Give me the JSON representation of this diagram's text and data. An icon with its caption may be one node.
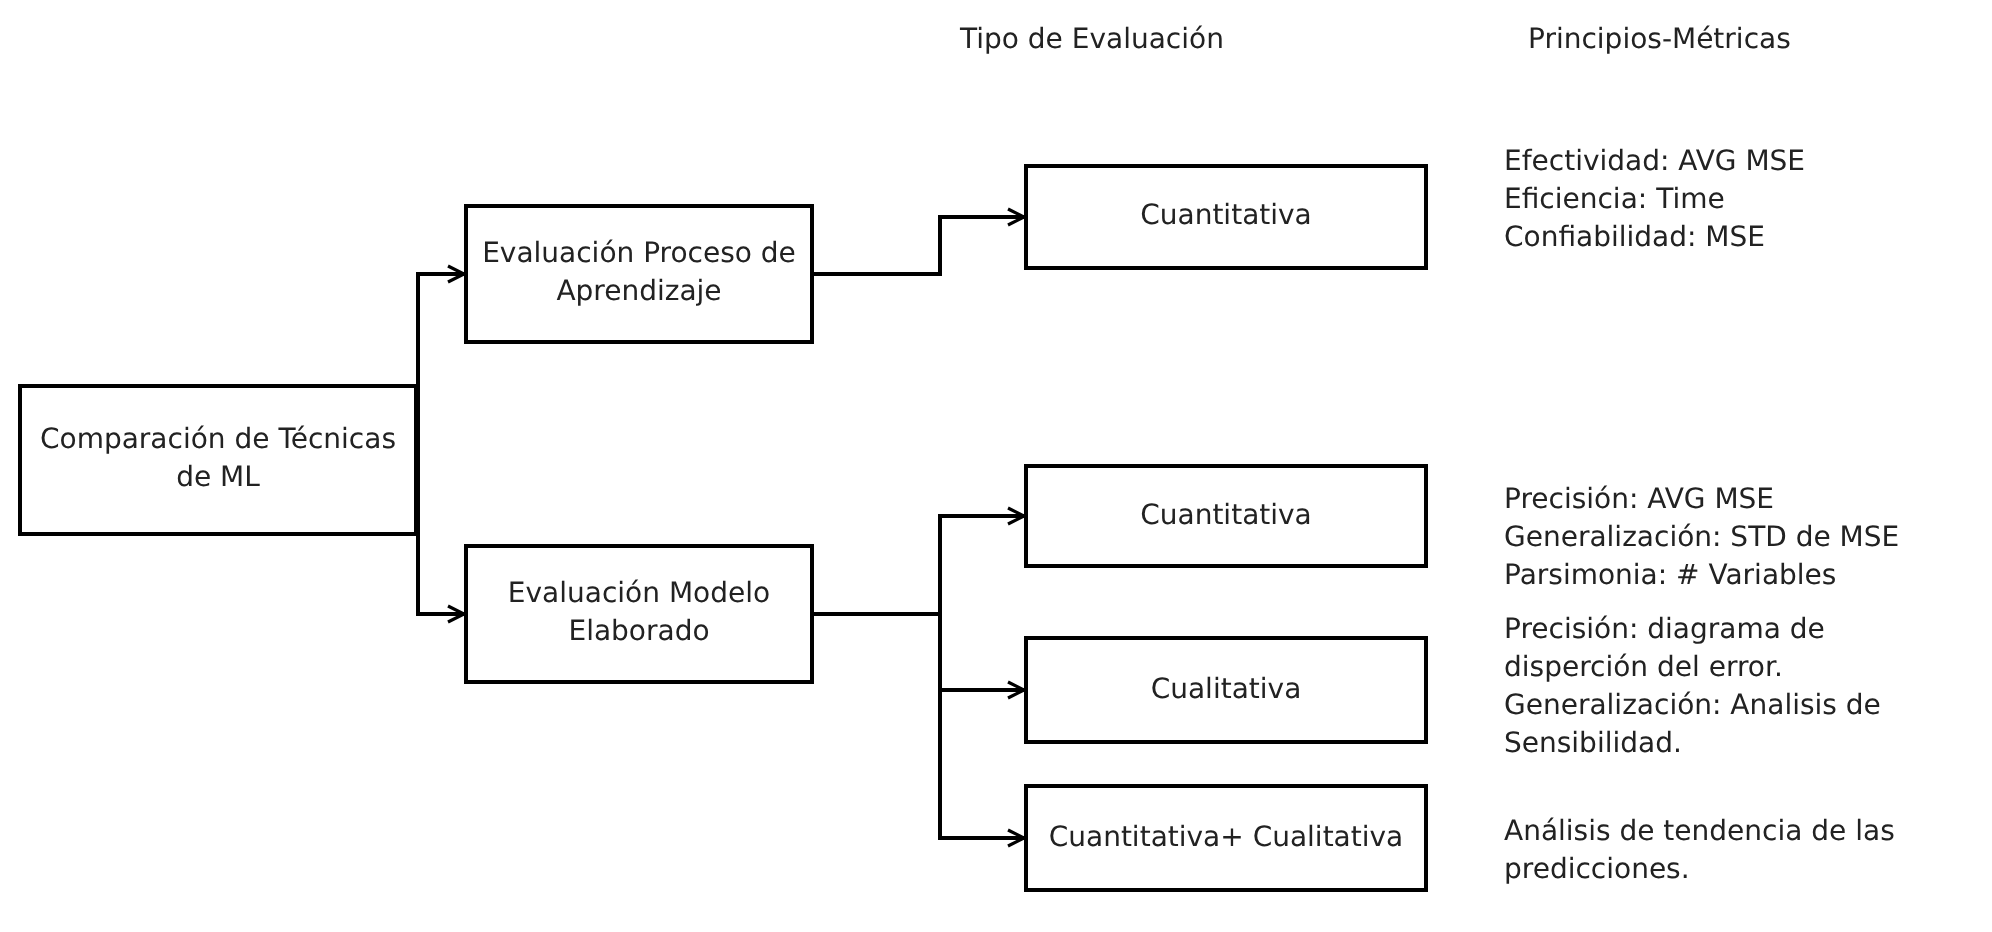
{
  "diagram": {
    "nodes": [
      {
        "text": [
          "Comparación de Técnicas de ML"
        ]
      },
      {
        "text": [
          "Evaluación Proceso de Aprendizaje"
        ]
      },
      {
        "text": [
          "Evaluación Modelo Elaborado"
        ]
      },
      {
        "text": [
          "Cuantitativa"
        ],
        "beside": [
          "Efectividad: AVG MSE",
          "Eficiencia: Time",
          "Confiabilidad: MSE"
        ]
      },
      {
        "text": [
          "Cuantitativa"
        ],
        "beside": [
          "Precisión: AVG MSE",
          "Generalización: STD de MSE",
          "Parsimonia: # Variables"
        ]
      },
      {
        "text": [
          "Cualitativa"
        ],
        "beside": [
          "Precisión: diagrama de disperción del error.",
          "Generalización: Analisis de Sensibilidad."
        ]
      },
      {
        "text": [
          "Cuantitativa+ Cualitativa"
        ],
        "beside": [
          "Análisis de tendencia de las predicciones."
        ]
      }
    ],
    "edges": [
      {
        "from": 0,
        "to": 1,
        "arrow": "to"
      },
      {
        "from": 0,
        "to": 2,
        "arrow": "to"
      },
      {
        "from": 1,
        "to": 3,
        "arrow": "to"
      },
      {
        "from": 2,
        "to": 4,
        "arrow": "to"
      },
      {
        "from": 2,
        "to": 5,
        "arrow": "to"
      },
      {
        "from": 2,
        "to": 6,
        "arrow": "to"
      }
    ],
    "labels": [
      "Tipo de Evaluación",
      "Principios-Métricas"
    ]
  }
}
